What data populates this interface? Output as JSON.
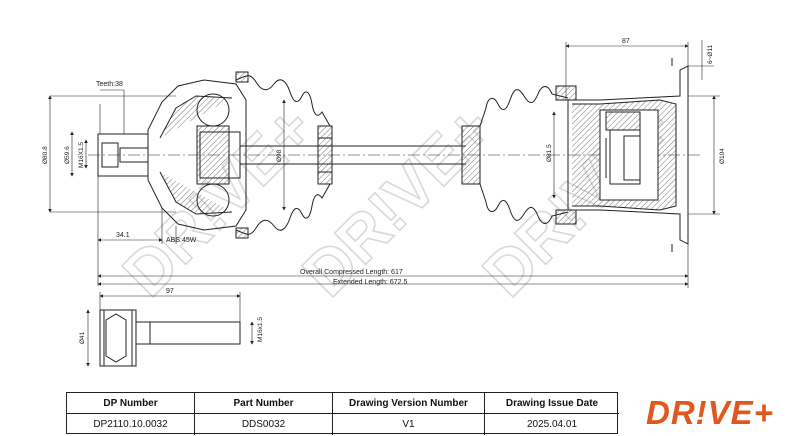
{
  "watermark": [
    "DR!VE+",
    "DR!VE+",
    "DR!VE+"
  ],
  "dims": {
    "teeth": "Teeth:38",
    "d80_8": "Ø80.8",
    "d59_6": "Ø59.6",
    "m16": "M16X1.5",
    "d98": "Ø98",
    "d81_5": "Ø81.5",
    "d104": "Ø104",
    "l87": "87",
    "d6_11": "6~Ø11",
    "l34_1": "34.1",
    "abs": "ABS:45W",
    "overall": "Overall Compressed Length: 617",
    "extended": "Extended Length: 672.5",
    "bolt_len": "97",
    "bolt_head": "Ø41",
    "bolt_thread": "M16x1.5"
  },
  "table": {
    "headers": [
      "DP Number",
      "Part Number",
      "Drawing Version Number",
      "Drawing Issue Date"
    ],
    "values": [
      "DP2110.10.0032",
      "DDS0032",
      "V1",
      "2025.04.01"
    ]
  },
  "logo": "DR!VE+",
  "colors": {
    "brand": "#e2571e",
    "line": "#222222",
    "hatch": "#555555"
  }
}
